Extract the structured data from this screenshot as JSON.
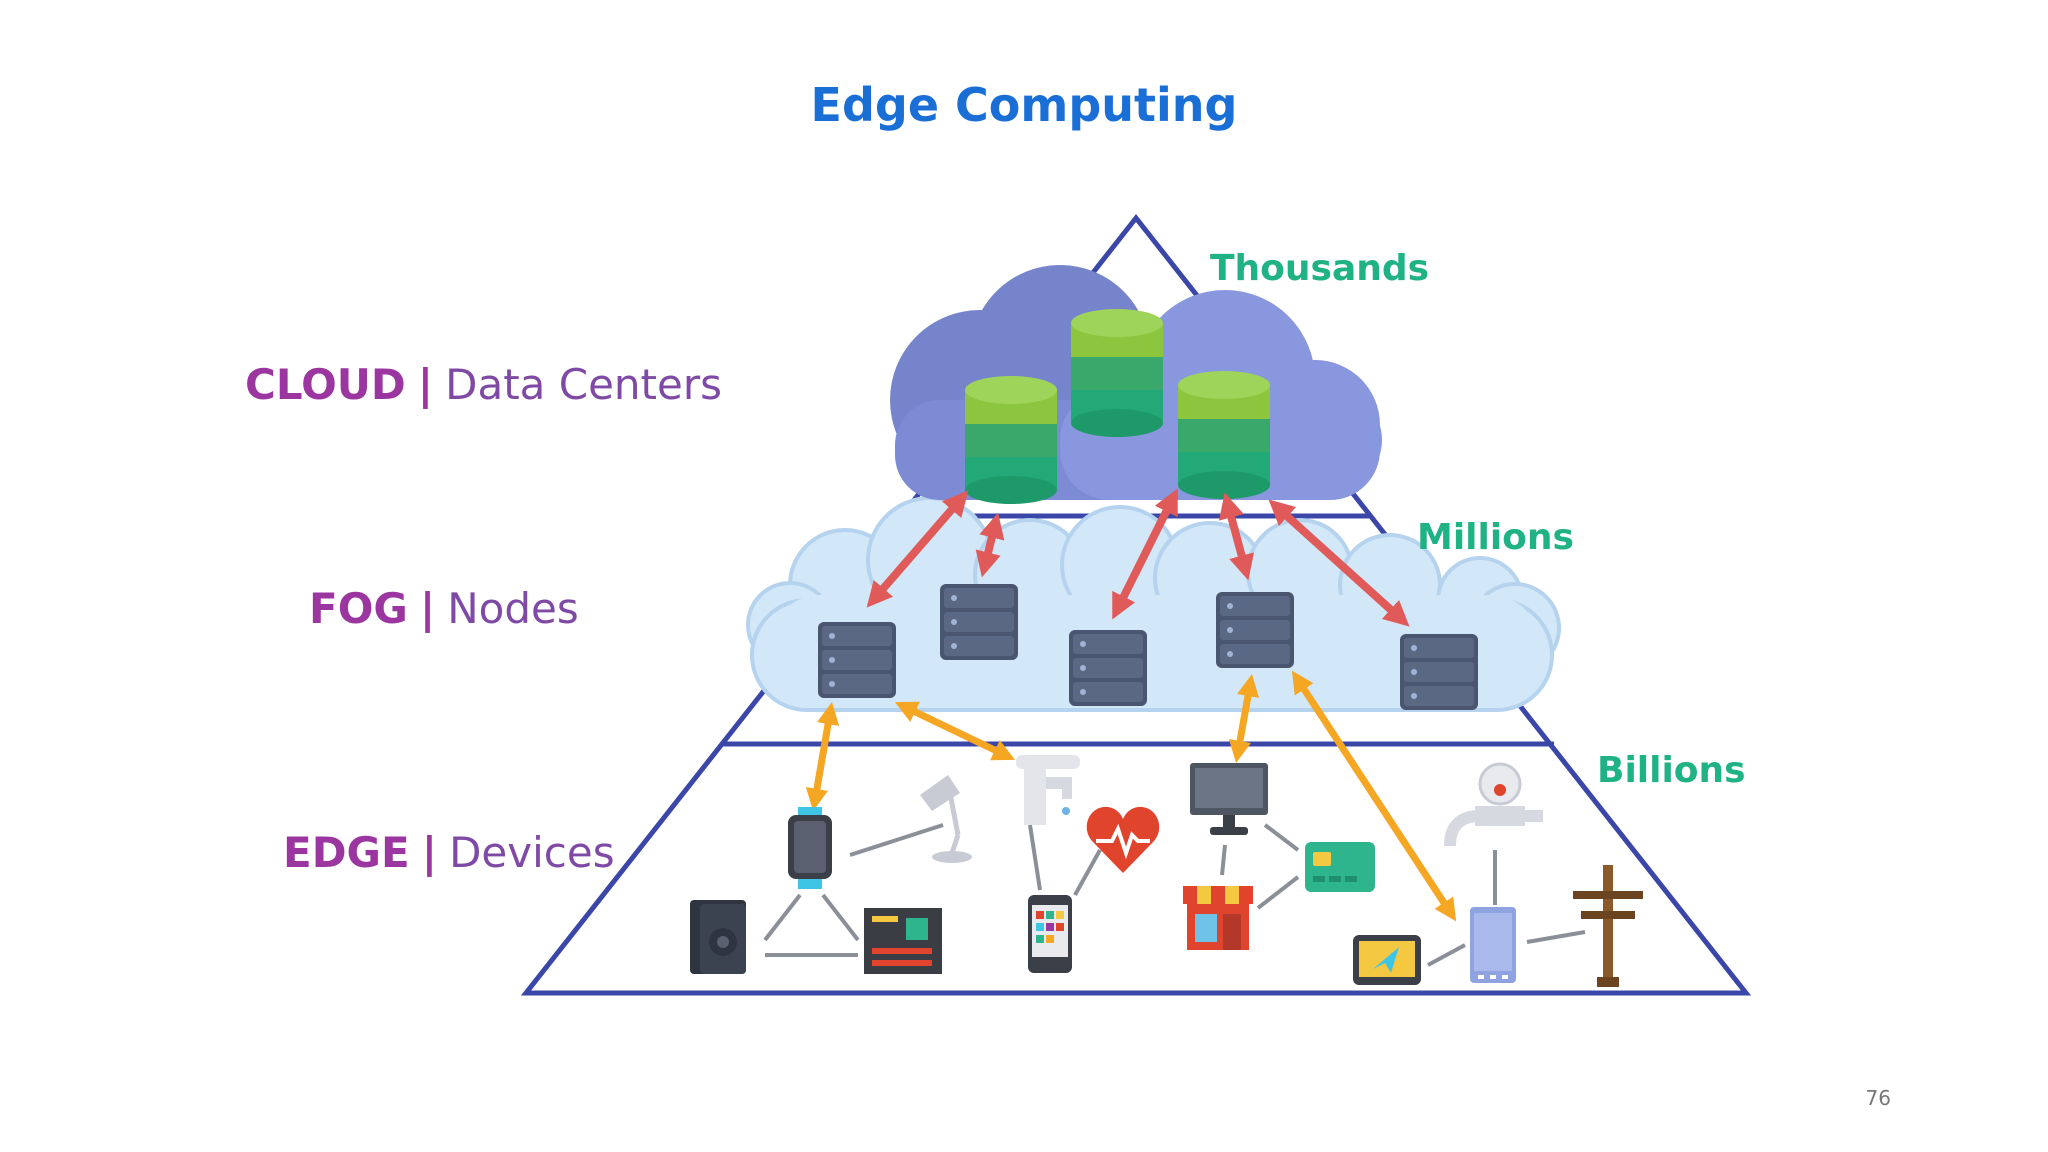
{
  "slide": {
    "title": "Edge Computing",
    "page_number": "76"
  },
  "tiers": [
    {
      "name": "CLOUD",
      "separator": "|",
      "description": "Data Centers",
      "count": "Thousands"
    },
    {
      "name": "FOG",
      "separator": "|",
      "description": "Nodes",
      "count": "Millions"
    },
    {
      "name": "EDGE",
      "separator": "|",
      "description": "Devices",
      "count": "Billions"
    }
  ],
  "colors": {
    "title": "#1a6fd6",
    "tier_label": "#9b36a0",
    "count": "#1fb285",
    "pyramid_outline": "#3b47a8",
    "cloud_fill": "#7f8fda",
    "fog_fill": "#cfe6f7",
    "cloud_to_fog_arrow": "#e05a5a",
    "fog_to_edge_arrow": "#f5a623",
    "database": "#3aa86b",
    "server": "#4a5670"
  },
  "icons": {
    "cloud_tier": [
      "database-icon",
      "database-icon",
      "database-icon"
    ],
    "fog_tier": [
      "server-icon",
      "server-icon",
      "server-icon",
      "server-icon",
      "server-icon"
    ],
    "edge_tier": [
      "smartwatch-icon",
      "desk-lamp-icon",
      "faucet-icon",
      "heart-rate-icon",
      "monitor-icon",
      "credit-card-icon",
      "gas-meter-icon",
      "utility-pole-icon",
      "speaker-icon",
      "circuit-board-icon",
      "smartphone-icon",
      "shop-icon",
      "navigation-tablet-icon",
      "mobile-device-icon"
    ]
  }
}
